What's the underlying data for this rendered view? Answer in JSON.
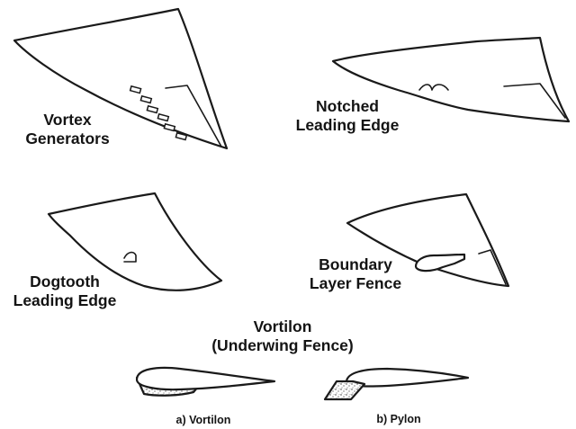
{
  "panels": {
    "vortex_generators": {
      "line1": "Vortex",
      "line2": "Generators"
    },
    "notched_leading_edge": {
      "line1": "Notched",
      "line2": "Leading Edge"
    },
    "dogtooth_leading_edge": {
      "line1": "Dogtooth",
      "line2": "Leading Edge"
    },
    "boundary_layer_fence": {
      "line1": "Boundary",
      "line2": "Layer Fence"
    },
    "vortilon": {
      "line1": "Vortilon",
      "line2": "(Underwing Fence)"
    }
  },
  "captions": {
    "vortilon": "a) Vortilon",
    "pylon": "b) Pylon"
  }
}
